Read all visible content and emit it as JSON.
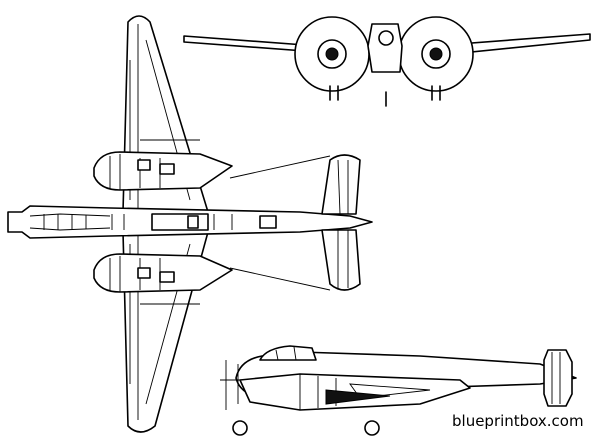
{
  "watermark": {
    "text": "blueprintbox.com"
  },
  "views": [
    {
      "name": "top-view"
    },
    {
      "name": "front-view"
    },
    {
      "name": "side-view"
    }
  ]
}
